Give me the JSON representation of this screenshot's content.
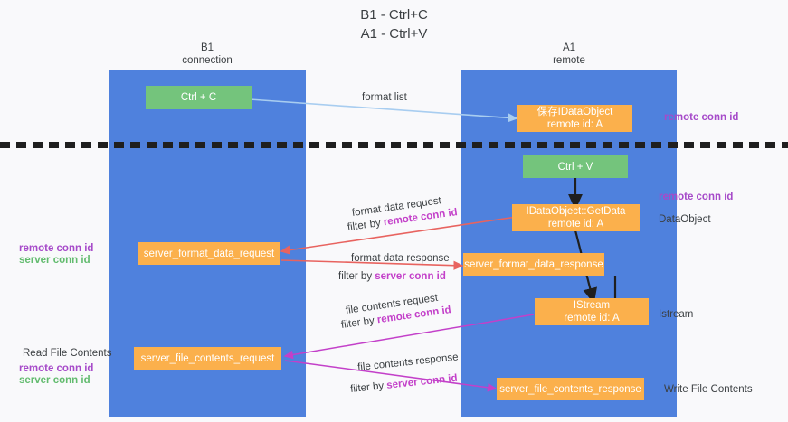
{
  "title": "B1 - Ctrl+C\nA1 - Ctrl+V",
  "columns": [
    {
      "id": "b1",
      "name": "B1",
      "role": "connection",
      "header": "B1\nconnection"
    },
    {
      "id": "a1",
      "name": "A1",
      "role": "remote",
      "header": "A1\nremote"
    }
  ],
  "nodes": {
    "ctrl_c": {
      "label": "Ctrl + C",
      "sub": "",
      "color": "#74c47c"
    },
    "save_idataobject": {
      "label": "保存IDataObject",
      "sub": "remote id: A",
      "color": "#fbb04c"
    },
    "ctrl_v": {
      "label": "Ctrl + V",
      "sub": "",
      "color": "#74c47c"
    },
    "idataobject_getdata": {
      "label": "IDataObject::GetData",
      "sub": "remote id: A",
      "color": "#fbb04c"
    },
    "server_format_data_request": {
      "label": "server_format_data_request",
      "sub": "",
      "color": "#fbb04c"
    },
    "server_format_data_response": {
      "label": "server_format_data_response",
      "sub": "",
      "color": "#fbb04c"
    },
    "istream": {
      "label": "IStream",
      "sub": "remote id: A",
      "color": "#fbb04c"
    },
    "server_file_contents_request": {
      "label": "server_file_contents_request",
      "sub": "",
      "color": "#fbb04c"
    },
    "server_file_contents_response": {
      "label": "server_file_contents_response",
      "sub": "",
      "color": "#fbb04c"
    }
  },
  "edges": [
    {
      "id": "format-list",
      "label": "format list",
      "filter": "",
      "filter_key": "",
      "color": "#a8cdf0"
    },
    {
      "id": "ctrlv-getdata",
      "label": "",
      "filter": "",
      "filter_key": "",
      "color": "#1f1f1f"
    },
    {
      "id": "format-data-request",
      "label": "format data request",
      "filter": "filter by ",
      "filter_key": "remote conn id",
      "color": "#e8635f"
    },
    {
      "id": "format-data-response",
      "label": "format data response",
      "filter": "filter by ",
      "filter_key": "server conn id",
      "color": "#e8635f"
    },
    {
      "id": "getdata-istream",
      "label": "",
      "filter": "",
      "filter_key": "",
      "color": "#1f1f1f"
    },
    {
      "id": "file-contents-request",
      "label": "file contents request",
      "filter": "filter by ",
      "filter_key": "remote conn id",
      "color": "#c340c9"
    },
    {
      "id": "file-contents-response",
      "label": "file contents response",
      "filter": "filter by ",
      "filter_key": "server conn id",
      "color": "#c340c9"
    }
  ],
  "annotations": {
    "right_remote_conn_id_top": "remote conn id",
    "right_remote_conn_id_mid": "remote conn id",
    "right_dataobject": "DataObject",
    "right_istream": "Istream",
    "right_write_file_contents": "Write File Contents",
    "left_remote_conn_id_1": "remote conn id",
    "left_server_conn_id_1": "server conn id",
    "left_read_file_contents": "Read File Contents",
    "left_remote_conn_id_2": "remote conn id",
    "left_server_conn_id_2": "server conn id"
  },
  "colors": {
    "lane": "#4f81dd",
    "green_node": "#74c47c",
    "orange_node": "#fbb04c",
    "purple_text": "#a64ac9",
    "magenta_text": "#c340c9",
    "green_text": "#62bb6e",
    "red_edge": "#e8635f",
    "blue_edge": "#a8cdf0",
    "background": "#f9f9fb"
  }
}
